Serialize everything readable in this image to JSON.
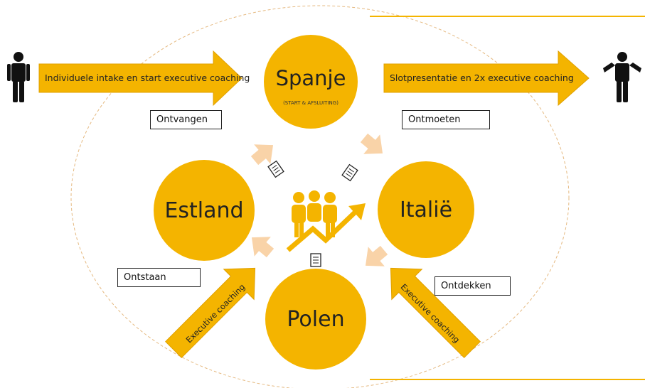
{
  "circles": {
    "spanje": {
      "name": "Spanje",
      "sub": "(START & AFSLUITING)"
    },
    "estland": {
      "name": "Estland"
    },
    "italie": {
      "name": "Italië"
    },
    "polen": {
      "name": "Polen"
    }
  },
  "labels": {
    "ontvangen": "Ontvangen",
    "ontmoeten": "Ontmoeten",
    "ontstaan": "Ontstaan",
    "ontdekken": "Ontdekken"
  },
  "arrows": {
    "intake": "Individuele intake en start executive coaching",
    "slot": "Slotpresentatie en 2x executive coaching",
    "exec_left": "Executive coaching",
    "exec_right": "Executive coaching"
  },
  "icons": [
    "person-icon",
    "person-shrug-icon",
    "document-icon",
    "team-growth-icon"
  ],
  "colors": {
    "accent": "#f4b400",
    "light_accent": "#f9d3a8",
    "text": "#222222"
  }
}
